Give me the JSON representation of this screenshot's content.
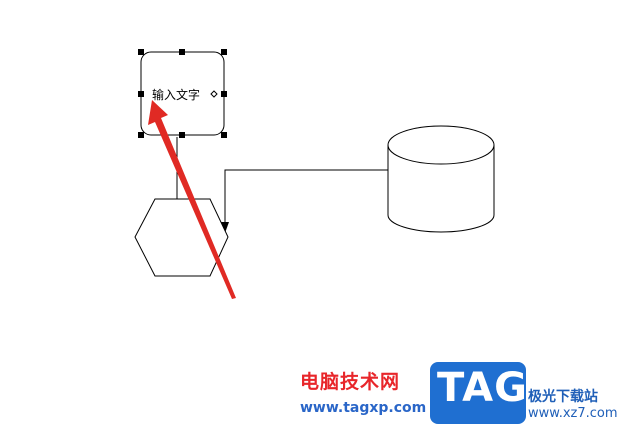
{
  "diagram": {
    "node_text": "输入文字"
  },
  "watermark": {
    "title": "电脑技术网",
    "url": "www.tagxp.com",
    "tag": "TAG",
    "site_name": "极光下载站",
    "site_url": "www.xz7.com"
  },
  "colors": {
    "arrow": "#e02a24",
    "watermark_title": "#e8262a",
    "watermark_url": "#2a66c8",
    "tag_bg": "#1f6fd1"
  }
}
